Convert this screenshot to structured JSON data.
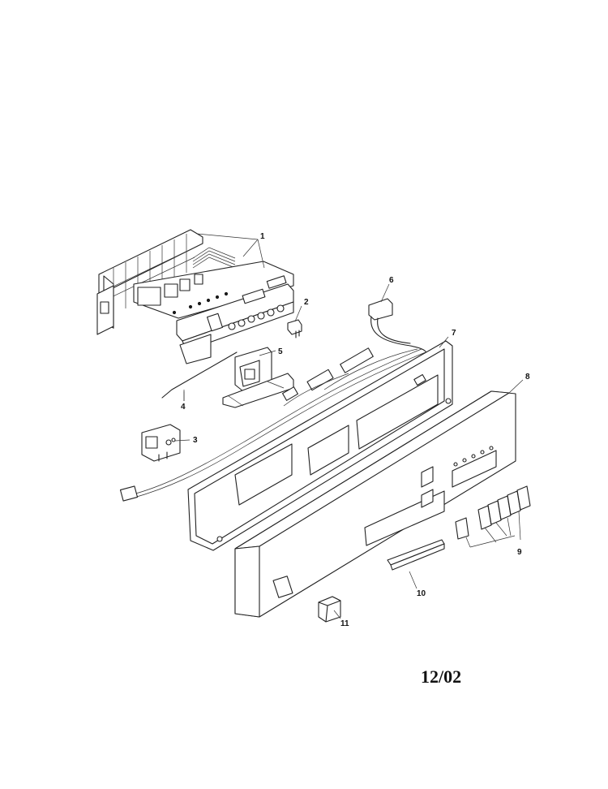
{
  "diagram": {
    "callouts": [
      "1",
      "2",
      "3",
      "4",
      "5",
      "6",
      "7",
      "8",
      "9",
      "10",
      "11"
    ]
  },
  "footer": {
    "date_code": "12/02"
  }
}
